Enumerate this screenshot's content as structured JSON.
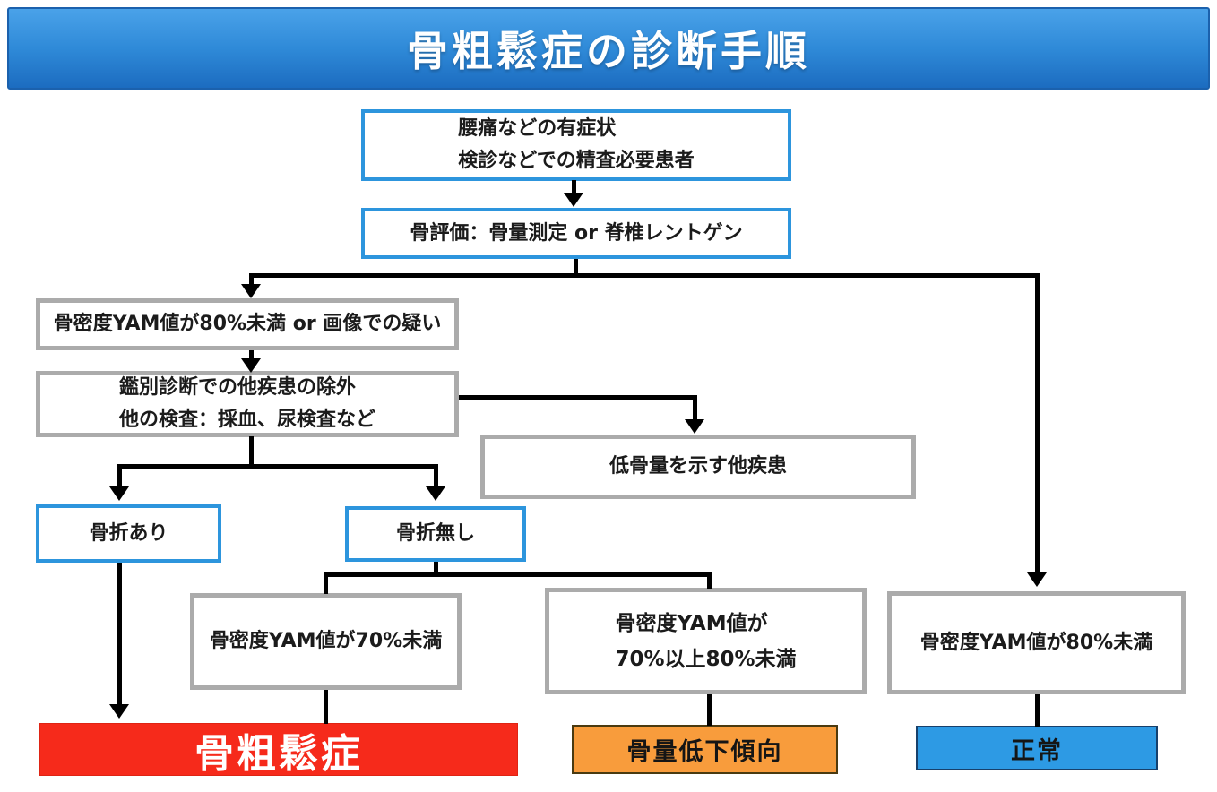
{
  "title": "骨粗鬆症の診断手順",
  "colors": {
    "title_gradient_top": "#4aa2e9",
    "title_gradient_bottom": "#1c6cc0",
    "title_border": "#1b61ad",
    "box_border_blue": "#2d95dd",
    "box_border_gray": "#ababab",
    "connector_black": "#000000",
    "result_red": "#f62a1b",
    "result_orange": "#f89c3c",
    "result_blue": "#2d9ae4"
  },
  "nodes": {
    "entry": {
      "line1": "腰痛などの有症状",
      "line2": "検診などでの精査必要患者"
    },
    "evaluation": {
      "label": "骨評価：骨量測定 or 脊椎レントゲン"
    },
    "low_bmd": {
      "label": "骨密度YAM値が80%未満 or 画像での疑い"
    },
    "differential": {
      "line1": "鑑別診断での他疾患の除外",
      "line2": "他の検査：採血、尿検査など"
    },
    "other_disease": {
      "label": "低骨量を示す他疾患"
    },
    "fracture_yes": {
      "label": "骨折あり"
    },
    "fracture_no": {
      "label": "骨折無し"
    },
    "yam_under70": {
      "label": "骨密度YAM値が70%未満"
    },
    "yam_70_80": {
      "line1": "骨密度YAM値が",
      "line2": "70%以上80%未満"
    },
    "yam_under80": {
      "label": "骨密度YAM値が80%未満"
    },
    "osteoporosis": {
      "label": "骨粗鬆症"
    },
    "osteopenia": {
      "label": "骨量低下傾向"
    },
    "normal": {
      "label": "正常"
    }
  },
  "edges": [
    {
      "from": "entry",
      "to": "evaluation"
    },
    {
      "from": "evaluation",
      "to": "low_bmd"
    },
    {
      "from": "evaluation",
      "to": "yam_under80"
    },
    {
      "from": "low_bmd",
      "to": "differential"
    },
    {
      "from": "differential",
      "to": "other_disease"
    },
    {
      "from": "differential",
      "to": "fracture_yes"
    },
    {
      "from": "differential",
      "to": "fracture_no"
    },
    {
      "from": "fracture_yes",
      "to": "osteoporosis"
    },
    {
      "from": "fracture_no",
      "to": "yam_under70"
    },
    {
      "from": "fracture_no",
      "to": "yam_70_80"
    },
    {
      "from": "yam_under70",
      "to": "osteoporosis"
    },
    {
      "from": "yam_70_80",
      "to": "osteopenia"
    },
    {
      "from": "yam_under80",
      "to": "normal"
    }
  ]
}
